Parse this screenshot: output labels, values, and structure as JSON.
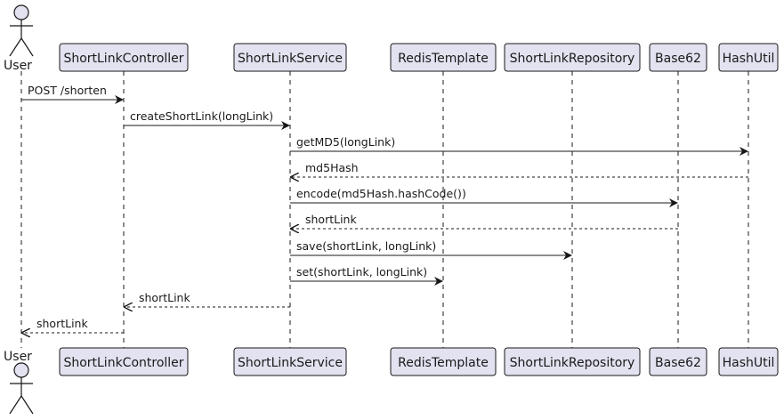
{
  "participants": [
    {
      "id": "user",
      "label": "User",
      "kind": "actor"
    },
    {
      "id": "controller",
      "label": "ShortLinkController",
      "kind": "box"
    },
    {
      "id": "service",
      "label": "ShortLinkService",
      "kind": "box"
    },
    {
      "id": "redis",
      "label": "RedisTemplate",
      "kind": "box"
    },
    {
      "id": "repository",
      "label": "ShortLinkRepository",
      "kind": "box"
    },
    {
      "id": "base62",
      "label": "Base62",
      "kind": "box"
    },
    {
      "id": "hashutil",
      "label": "HashUtil",
      "kind": "box"
    }
  ],
  "messages": [
    {
      "from": "user",
      "to": "controller",
      "label": "POST /shorten",
      "style": "solid"
    },
    {
      "from": "controller",
      "to": "service",
      "label": "createShortLink(longLink)",
      "style": "solid"
    },
    {
      "from": "service",
      "to": "hashutil",
      "label": "getMD5(longLink)",
      "style": "solid"
    },
    {
      "from": "hashutil",
      "to": "service",
      "label": "md5Hash",
      "style": "dashed"
    },
    {
      "from": "service",
      "to": "base62",
      "label": "encode(md5Hash.hashCode())",
      "style": "solid"
    },
    {
      "from": "base62",
      "to": "service",
      "label": "shortLink",
      "style": "dashed"
    },
    {
      "from": "service",
      "to": "repository",
      "label": "save(shortLink, longLink)",
      "style": "solid"
    },
    {
      "from": "service",
      "to": "redis",
      "label": "set(shortLink, longLink)",
      "style": "solid"
    },
    {
      "from": "service",
      "to": "controller",
      "label": "shortLink",
      "style": "dashed"
    },
    {
      "from": "controller",
      "to": "user",
      "label": "shortLink",
      "style": "dashed"
    }
  ],
  "colors": {
    "box_fill": "#e2e2f0",
    "box_stroke": "#181818",
    "lifeline": "#181818",
    "arrow": "#181818",
    "text": "#1a1a1a"
  }
}
